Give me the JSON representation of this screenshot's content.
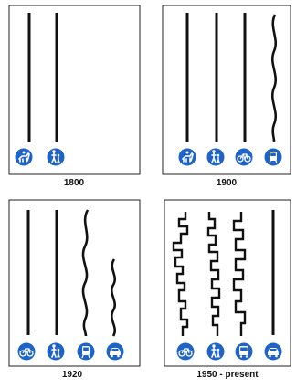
{
  "colors": {
    "panel_border": "#222222",
    "path_line": "#111111",
    "icon_fill": "#1e63c7",
    "icon_glyph": "#ffffff",
    "background": "#ffffff"
  },
  "panels": [
    {
      "caption": "1800",
      "paths": [
        "straight",
        "straight"
      ],
      "icons": [
        "horse-rider-icon",
        "pedestrians-icon"
      ]
    },
    {
      "caption": "1900",
      "paths": [
        "straight",
        "straight",
        "straight",
        "wavy"
      ],
      "icons": [
        "horse-rider-icon",
        "pedestrians-icon",
        "bicycle-icon",
        "tram-icon"
      ]
    },
    {
      "caption": "1920",
      "paths": [
        "straight",
        "straight",
        "wavy",
        "wavy"
      ],
      "icons": [
        "bicycle-icon",
        "pedestrians-icon",
        "tram-icon",
        "car-icon"
      ]
    },
    {
      "caption": "1950 - present",
      "paths": [
        "zigzag",
        "zigzag",
        "zigzag",
        "straight"
      ],
      "icons": [
        "bicycle-icon",
        "pedestrians-icon",
        "bus-icon",
        "car-icon"
      ]
    }
  ]
}
